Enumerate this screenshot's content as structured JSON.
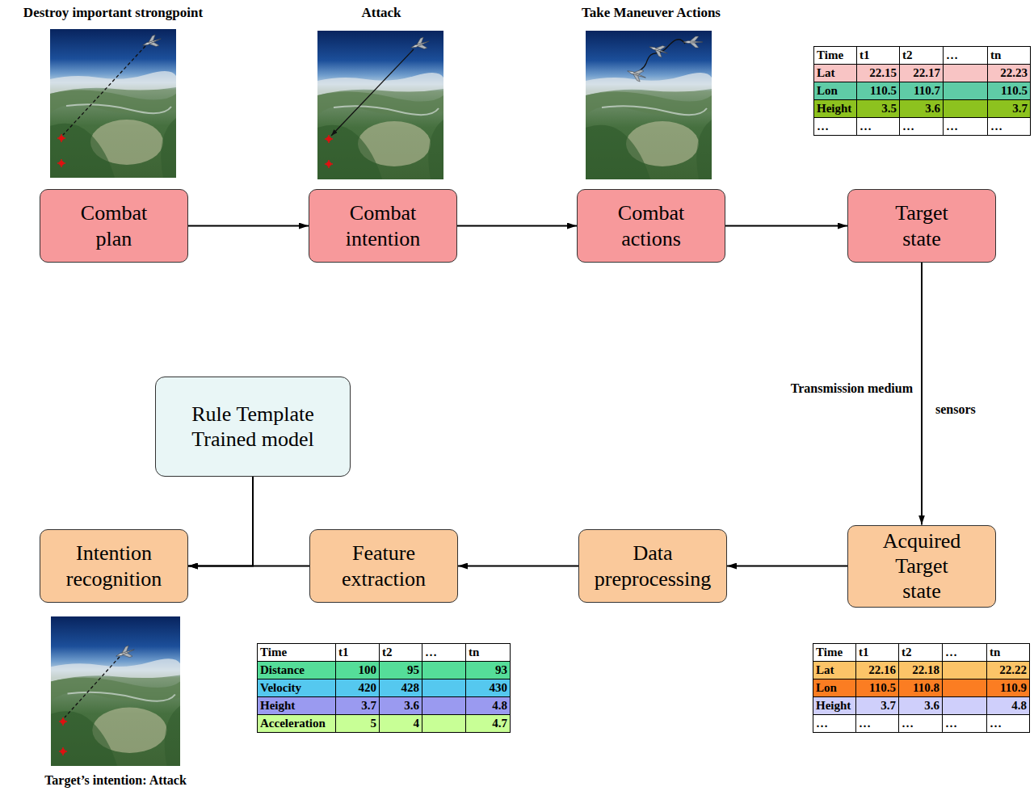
{
  "diagram": {
    "nodes": [
      {
        "text": [
          "Combat plan"
        ]
      },
      {
        "text": [
          "Combat intention"
        ]
      },
      {
        "text": [
          "Combat actions"
        ]
      },
      {
        "text": [
          "Target state"
        ]
      },
      {
        "text": [
          "Acquired Target state"
        ]
      },
      {
        "text": [
          "Data preprocessing"
        ]
      },
      {
        "text": [
          "Feature extraction"
        ]
      },
      {
        "text": [
          "Intention recognition"
        ]
      },
      {
        "text": [
          "Rule Template Trained model"
        ]
      }
    ],
    "edges": [
      {
        "from": 0,
        "to": 1,
        "arrow": "to"
      },
      {
        "from": 1,
        "to": 2,
        "arrow": "to"
      },
      {
        "from": 2,
        "to": 3,
        "arrow": "to"
      },
      {
        "from": 3,
        "to": 4,
        "arrow": "to"
      },
      {
        "from": 4,
        "to": 5,
        "arrow": "to"
      },
      {
        "from": 5,
        "to": 6,
        "arrow": "to"
      },
      {
        "from": 6,
        "to": 7,
        "arrow": "to"
      },
      {
        "from": 8,
        "to": 7,
        "arrow": "to"
      }
    ],
    "labels": [
      "Destroy important strongpoint",
      "Attack",
      "Take Maneuver Actions",
      "Time",
      "t1",
      "t2",
      "…",
      "tn",
      "Lat",
      "22.15",
      "22.17",
      "22.23",
      "Lon",
      "110.5",
      "110.7",
      "110.5",
      "Height",
      "3.5",
      "3.6",
      "3.7",
      "…",
      "…",
      "…",
      "…",
      "…",
      "Transmission medium",
      "sensors",
      "Time",
      "t1",
      "t2",
      "…",
      "tn",
      "Lat",
      "22.16",
      "22.18",
      "22.22",
      "Lon",
      "110.5",
      "110.8",
      "110.9",
      "Height",
      "3.7",
      "3.6",
      "4.8",
      "…",
      "…",
      "…",
      "…",
      "…",
      "Time",
      "t1",
      "t2",
      "…",
      "tn",
      "Distance",
      "100",
      "95",
      "93",
      "Velocity",
      "420",
      "428",
      "430",
      "Height",
      "3.7",
      "3.6",
      "4.8",
      "Acceleration",
      "5",
      "4",
      "4.7",
      "Target’s intention: Attack"
    ]
  }
}
